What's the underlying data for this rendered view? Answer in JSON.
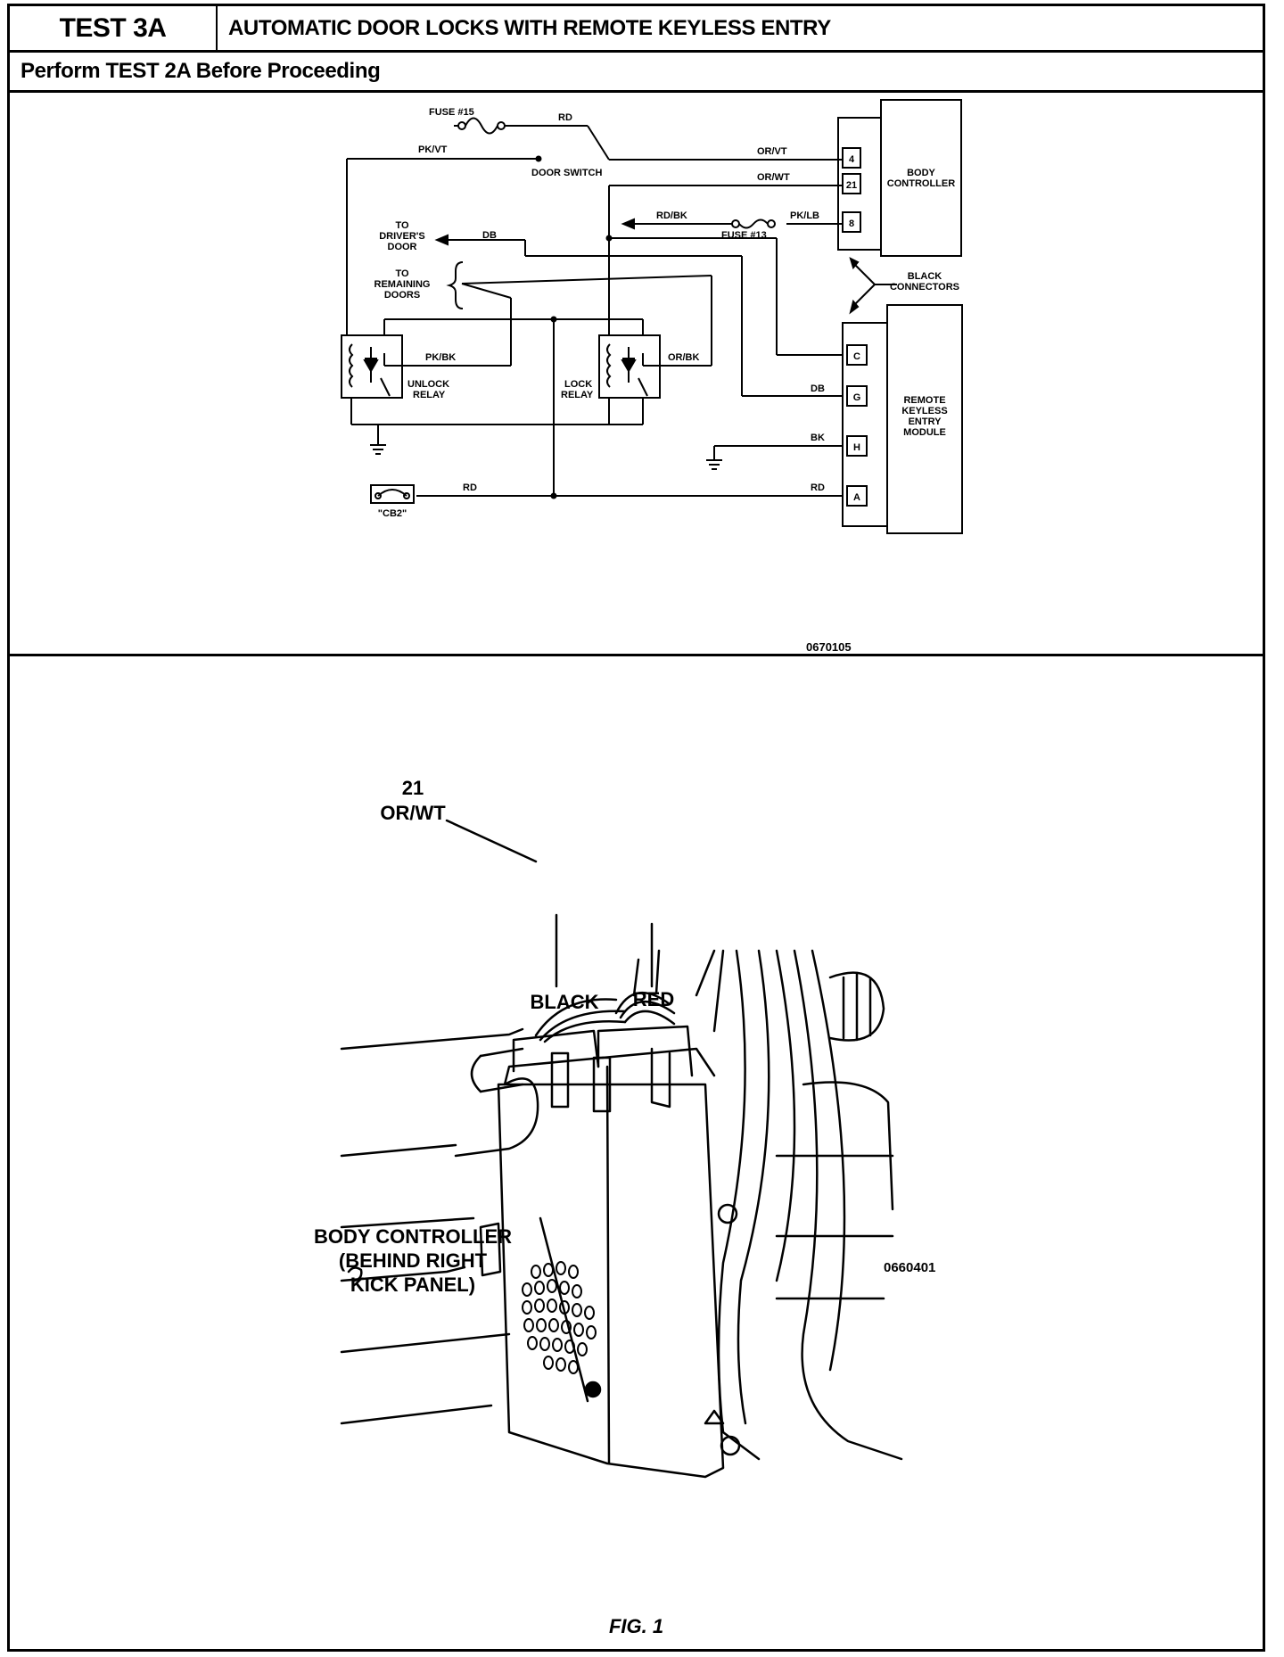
{
  "header": {
    "test_id": "TEST 3A",
    "title": "AUTOMATIC DOOR LOCKS WITH REMOTE KEYLESS ENTRY",
    "subtitle": "Perform TEST 2A Before Proceeding"
  },
  "schematic": {
    "fuse15": "FUSE #15",
    "fuse13": "FUSE #13",
    "wire_rd_top": "RD",
    "wire_pkvt": "PK/VT",
    "door_switch": "DOOR SWITCH",
    "wire_orvt": "OR/VT",
    "wire_orwt": "OR/WT",
    "wire_rdbk": "RD/BK",
    "wire_pklb": "PK/LB",
    "to_drivers_door": [
      "TO",
      "DRIVER'S",
      "DOOR"
    ],
    "wire_db_top": "DB",
    "to_remaining_doors": [
      "TO",
      "REMAINING",
      "DOORS"
    ],
    "wire_pkbk": "PK/BK",
    "unlock_relay": [
      "UNLOCK",
      "RELAY"
    ],
    "lock_relay": [
      "LOCK",
      "RELAY"
    ],
    "wire_orbk": "OR/BK",
    "wire_db_bottom": "DB",
    "wire_bk": "BK",
    "wire_rd_left": "RD",
    "wire_rd_right": "RD",
    "cb2": "\"CB2\"",
    "body_controller": [
      "BODY",
      "CONTROLLER"
    ],
    "bc_pins": [
      "4",
      "21",
      "8"
    ],
    "black_connectors": [
      "BLACK",
      "CONNECTORS"
    ],
    "rke_module": [
      "REMOTE",
      "KEYLESS",
      "ENTRY",
      "MODULE"
    ],
    "rke_pins": [
      "C",
      "G",
      "H",
      "A"
    ],
    "figure_code": "0670105"
  },
  "illustration": {
    "callout_top": [
      "21",
      "OR/WT"
    ],
    "black": "BLACK",
    "red": "RED",
    "body_controller": [
      "BODY CONTROLLER",
      "(BEHIND RIGHT",
      "KICK PANEL)"
    ],
    "figure_code": "0660401"
  },
  "figure_label": "FIG. 1"
}
